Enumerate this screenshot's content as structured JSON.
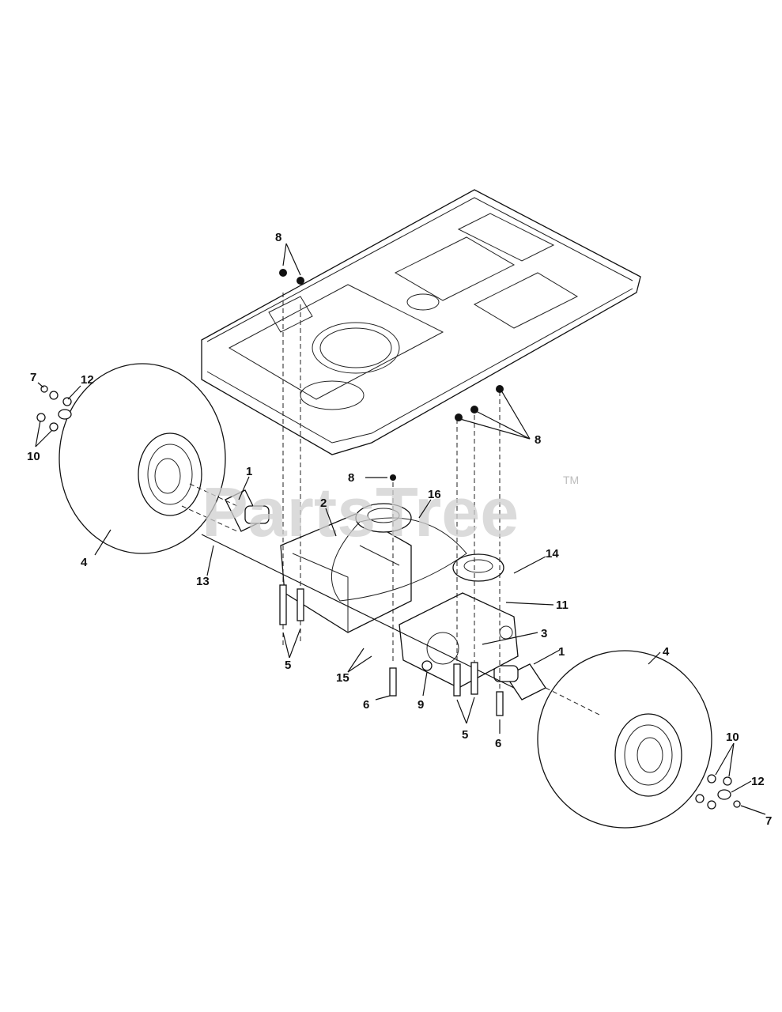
{
  "watermark": {
    "text": "PartsTree",
    "tm": "TM"
  },
  "callouts": [
    {
      "id": "c8-top",
      "label": "8"
    },
    {
      "id": "c8-mid",
      "label": "8"
    },
    {
      "id": "c8-right",
      "label": "8"
    },
    {
      "id": "c7-left",
      "label": "7"
    },
    {
      "id": "c12-left",
      "label": "12"
    },
    {
      "id": "c10-left",
      "label": "10"
    },
    {
      "id": "c4-left",
      "label": "4"
    },
    {
      "id": "c1-left",
      "label": "1"
    },
    {
      "id": "c2",
      "label": "2"
    },
    {
      "id": "c16",
      "label": "16"
    },
    {
      "id": "c14",
      "label": "14"
    },
    {
      "id": "c11",
      "label": "11"
    },
    {
      "id": "c13",
      "label": "13"
    },
    {
      "id": "c3",
      "label": "3"
    },
    {
      "id": "c15",
      "label": "15"
    },
    {
      "id": "c5-left",
      "label": "5"
    },
    {
      "id": "c6-left",
      "label": "6"
    },
    {
      "id": "c9",
      "label": "9"
    },
    {
      "id": "c5-right",
      "label": "5"
    },
    {
      "id": "c6-right",
      "label": "6"
    },
    {
      "id": "c1-right",
      "label": "1"
    },
    {
      "id": "c4-right",
      "label": "4"
    },
    {
      "id": "c10-right",
      "label": "10"
    },
    {
      "id": "c12-right",
      "label": "12"
    },
    {
      "id": "c7-right",
      "label": "7"
    }
  ]
}
